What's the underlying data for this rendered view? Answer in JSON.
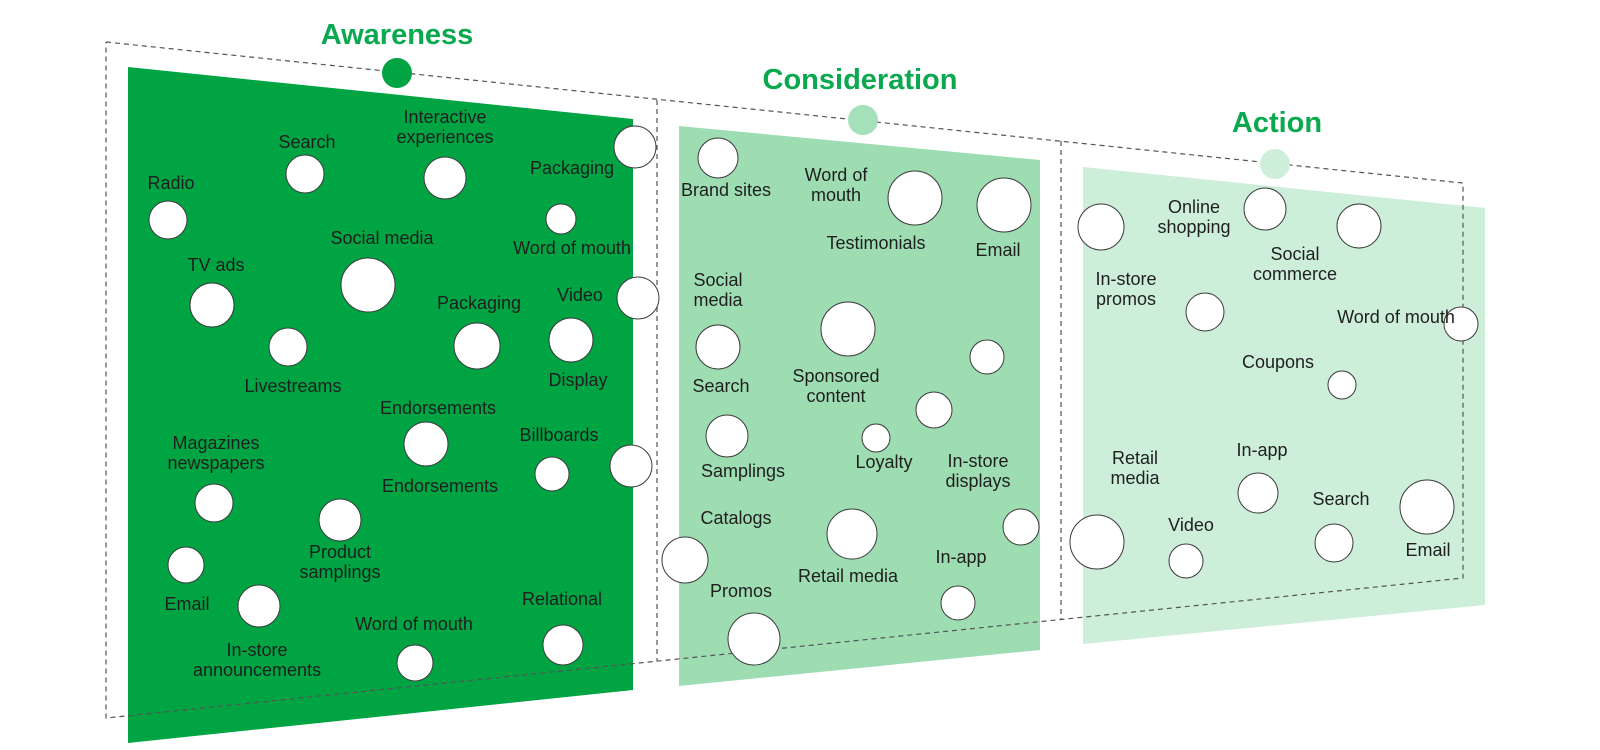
{
  "colors": {
    "awareness": "#00a443",
    "consideration": "#9edcb2",
    "action": "#cdeed9",
    "title": "#0aa84f",
    "dot_awareness": "#00a443",
    "dot_consideration": "#a6e0bb",
    "dot_action": "#cdeed9",
    "outline": "#555555"
  },
  "stages": [
    {
      "title": "Awareness",
      "labels": [
        "Radio",
        "Search",
        "Interactive experiences",
        "Packaging",
        "Word of mouth",
        "Social media",
        "TV ads",
        "Packaging",
        "Video",
        "Livestreams",
        "Display",
        "Endorsements",
        "Endorsements",
        "Billboards",
        "Magazines newspapers",
        "Product samplings",
        "Email",
        "In-store announcements",
        "Word of mouth",
        "Relational"
      ]
    },
    {
      "title": "Consideration",
      "labels": [
        "Brand sites",
        "Word of mouth",
        "Testimonials",
        "Email",
        "Social media",
        "Search",
        "Sponsored content",
        "Samplings",
        "Loyalty",
        "In-store displays",
        "Catalogs",
        "Retail media",
        "In-app",
        "Promos"
      ]
    },
    {
      "title": "Action",
      "labels": [
        "Online shopping",
        "Social commerce",
        "In-store promos",
        "Word of mouth",
        "Coupons",
        "Retail media",
        "In-app",
        "Search",
        "Video",
        "Email"
      ]
    }
  ]
}
